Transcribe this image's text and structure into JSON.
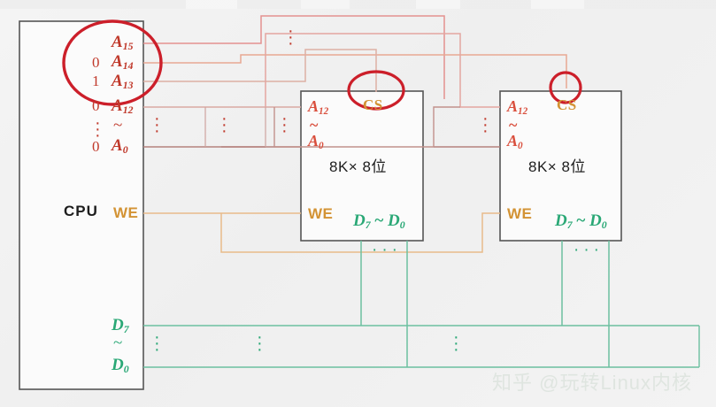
{
  "diagram": {
    "title": "CPU to 8K x 8 memory chips address decoding diagram",
    "watermark": "知乎 @玩转Linux内核",
    "colors": {
      "address_red": "#c0392b",
      "address_chip_red": "#d94f3d",
      "control_orange": "#d39334",
      "data_green": "#2aa876",
      "annotation_circle": "#cc1f2a",
      "box_outline": "#555555"
    }
  },
  "cpu": {
    "label": "CPU",
    "address_pins": [
      {
        "bit": "",
        "name": "A",
        "index": "15"
      },
      {
        "bit": "0",
        "name": "A",
        "index": "14"
      },
      {
        "bit": "1",
        "name": "A",
        "index": "13"
      },
      {
        "bit": "0",
        "name": "A",
        "index": "12"
      },
      {
        "bit": "⋮",
        "name": "~",
        "index": ""
      },
      {
        "bit": "0",
        "name": "A",
        "index": "0"
      }
    ],
    "we_label": "WE",
    "data_pins": {
      "high": "D",
      "high_index": "7",
      "tilde": "~",
      "low": "D",
      "low_index": "0"
    }
  },
  "chips": [
    {
      "id": "chip-1",
      "caption": "8K× 8位",
      "addr_high": "A",
      "addr_high_index": "12",
      "addr_tilde": "~",
      "addr_low": "A",
      "addr_low_index": "0",
      "cs_label": "CS",
      "we_label": "WE",
      "data_high": "D",
      "data_high_index": "7",
      "data_tilde": "~",
      "data_low": "D",
      "data_low_index": "0"
    },
    {
      "id": "chip-2",
      "caption": "8K× 8位",
      "addr_high": "A",
      "addr_high_index": "12",
      "addr_tilde": "~",
      "addr_low": "A",
      "addr_low_index": "0",
      "cs_label": "CS",
      "we_label": "WE",
      "data_high": "D",
      "data_high_index": "7",
      "data_tilde": "~",
      "data_low": "D",
      "data_low_index": "0"
    }
  ],
  "annotations": {
    "cpu_high_address_circle": "A15 A14 A13 selection highlight",
    "chip1_cs_circle": "chip 1 chip-select highlight",
    "chip2_cs_circle": "chip 2 chip-select highlight"
  }
}
